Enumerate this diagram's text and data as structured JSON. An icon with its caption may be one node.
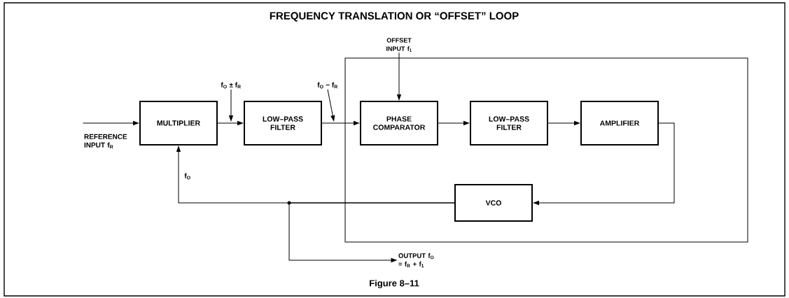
{
  "diagram": {
    "title": "FREQUENCY TRANSLATION OR “OFFSET” LOOP",
    "caption": "Figure 8–11",
    "nodes": [
      {
        "text": [],
        "shape": "box"
      },
      {
        "text": [
          "MULTIPLIER"
        ]
      },
      {
        "text": [
          "LOW–PASS FILTER"
        ]
      },
      {
        "text": [
          "PHASE COMPARATOR"
        ],
        "in": 0
      },
      {
        "text": [
          "LOW–PASS FILTER"
        ],
        "in": 0
      },
      {
        "text": [
          "AMPLIFIER"
        ],
        "in": 0
      },
      {
        "text": [
          "VCO"
        ],
        "in": 0
      },
      {
        "text": [
          "REFERENCE INPUT f$_{R}$"
        ]
      },
      {
        "text": [
          "OFFSET INPUT f$_{1}$"
        ]
      },
      {
        "text": [
          "OUTPUT f$_{O}$ = f$_{R}$ + f$_{1}$"
        ]
      },
      {
        "text": [
          "f$_{O}$ ± f$_{R}$"
        ]
      },
      {
        "text": [
          "f$_{O}$ − f$_{R}$"
        ]
      }
    ],
    "edges": [
      {
        "from": 7,
        "to": 1,
        "arrow": "to"
      },
      {
        "from": 1,
        "to": 2,
        "arrow": "to"
      },
      {
        "from": 2,
        "to": 3,
        "arrow": "to"
      },
      {
        "from": 8,
        "to": 3,
        "arrow": "to"
      },
      {
        "from": 3,
        "to": 4,
        "arrow": "to"
      },
      {
        "from": 4,
        "to": 5,
        "arrow": "to"
      },
      {
        "from": 5,
        "to": 6,
        "arrow": "to"
      },
      {
        "from": 6,
        "to": 1,
        "arrow": "to",
        "label": "f$_{O}$"
      },
      {
        "from": 6,
        "to": 9,
        "arrow": "to"
      },
      {
        "from": 10,
        "to": null,
        "arrow": "to"
      },
      {
        "from": 11,
        "to": null,
        "arrow": "to"
      }
    ]
  }
}
